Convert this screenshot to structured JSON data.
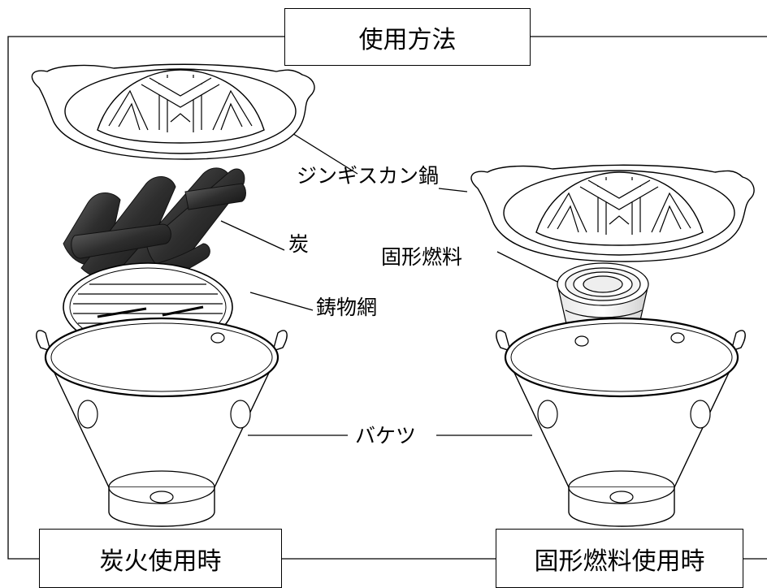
{
  "title": "使用方法",
  "labels": {
    "genghis_pan": "ジンギスカン鍋",
    "charcoal": "炭",
    "solid_fuel": "固形燃料",
    "cast_grate": "鋳物網",
    "bucket": "バケツ"
  },
  "captions": {
    "charcoal_use": "炭火使用時",
    "solid_fuel_use": "固形燃料使用時"
  }
}
